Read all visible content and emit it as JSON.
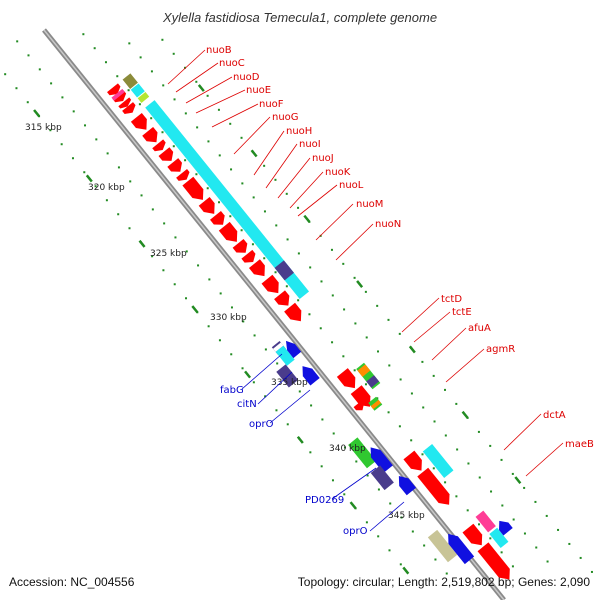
{
  "title": "Xylella fastidiosa Temecula1, complete genome",
  "accession": "Accession: NC_004556",
  "topology": "Topology: circular; Length: 2,519,802 bp; Genes: 2,090",
  "colors": {
    "backbone": "#999999",
    "tick": "#228B22",
    "cds_red": "#FF0000",
    "cyan": "#22E8F0",
    "navy": "#4A3C8C",
    "blue": "#1010E0",
    "green": "#30C830",
    "orange": "#FF8C00",
    "olive": "#8B8B3A",
    "khaki": "#C8C496",
    "lime": "#B4E632",
    "pink": "#FF3C96",
    "red_label": "#DD0000",
    "blue_label": "#0000CC"
  },
  "kbp_ticks": [
    "315 kbp",
    "320 kbp",
    "325 kbp",
    "330 kbp",
    "335 kbp",
    "340 kbp",
    "345 kbp"
  ],
  "red_labels": [
    "nuoB",
    "nuoC",
    "nuoD",
    "nuoE",
    "nuoF",
    "nuoG",
    "nuoH",
    "nuoI",
    "nuoJ",
    "nuoK",
    "nuoL",
    "nuoM",
    "nuoN",
    "tctD",
    "tctE",
    "afuA",
    "agmR",
    "dctA",
    "maeB"
  ],
  "blue_labels": [
    "fabG",
    "citN",
    "oprO",
    "PD0269",
    "oprO"
  ]
}
